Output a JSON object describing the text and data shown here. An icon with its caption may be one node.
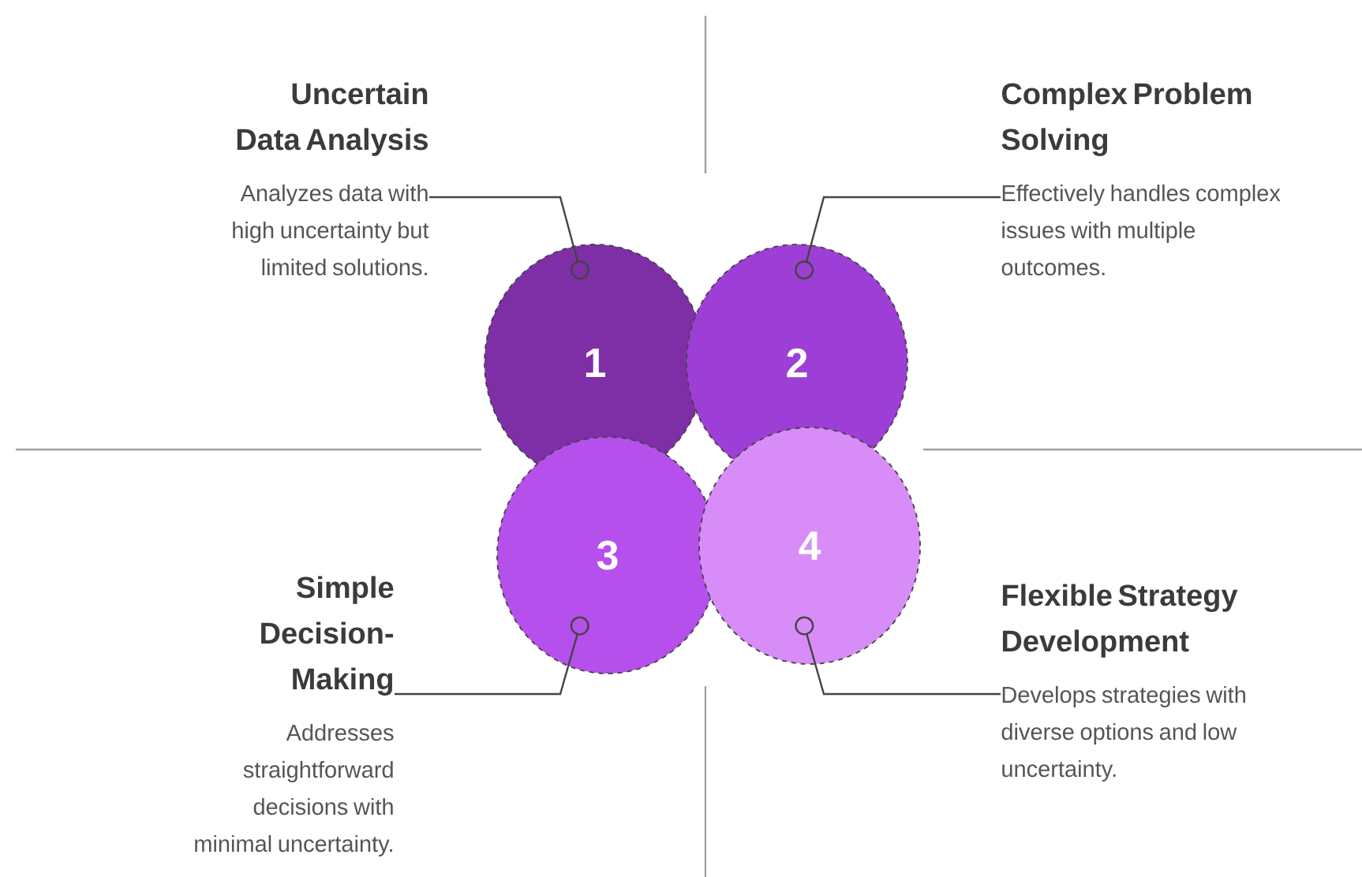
{
  "diagram": {
    "nodes": [
      {
        "text": [
          "Uncertain Data Analysis",
          "Analyzes data with high uncertainty but limited solutions."
        ]
      },
      {
        "text": [
          "Complex Problem Solving",
          "Effectively handles complex issues with multiple outcomes."
        ]
      },
      {
        "text": [
          "1"
        ]
      },
      {
        "text": [
          "2"
        ]
      },
      {
        "text": [
          "3"
        ]
      },
      {
        "text": [
          "4"
        ]
      },
      {
        "text": [
          "Simple Decision-Making",
          "Addresses straightforward decisions with minimal uncertainty."
        ]
      },
      {
        "text": [
          "Flexible Strategy Development",
          "Develops strategies with diverse options and low uncertainty."
        ]
      }
    ],
    "edges": [
      {
        "from": 0,
        "to": 2,
        "arrow": "other"
      },
      {
        "from": 1,
        "to": 3,
        "arrow": "other"
      },
      {
        "from": 6,
        "to": 4,
        "arrow": "other"
      },
      {
        "from": 7,
        "to": 5,
        "arrow": "other"
      }
    ]
  }
}
